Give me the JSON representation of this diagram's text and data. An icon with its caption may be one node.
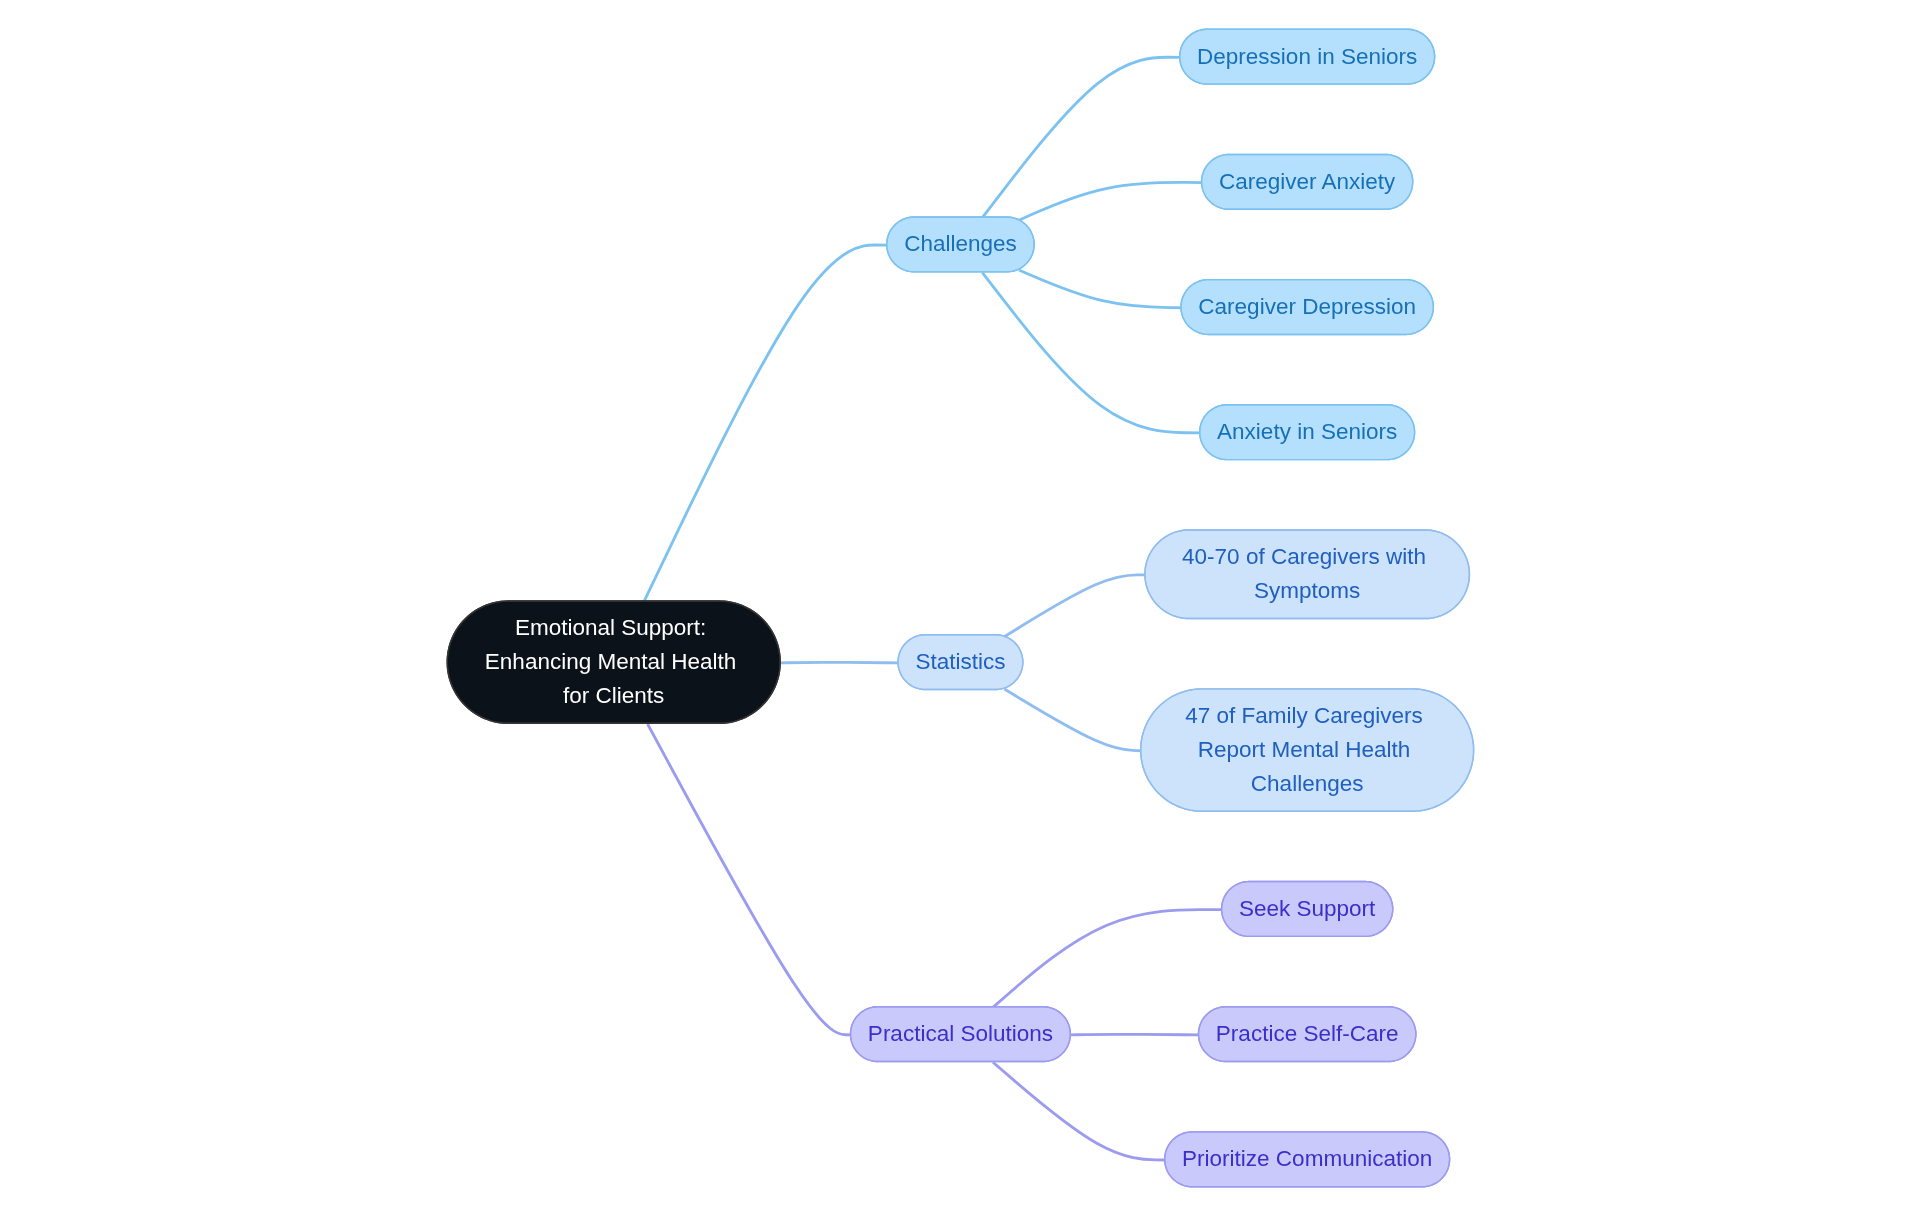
{
  "diagram": {
    "nodes": [
      {
        "text": [
          "Emotional Support: Enhancing Mental Health for Clients"
        ]
      },
      {
        "text": [
          "Challenges"
        ]
      },
      {
        "text": [
          "Depression in Seniors"
        ]
      },
      {
        "text": [
          "Caregiver Anxiety"
        ]
      },
      {
        "text": [
          "Caregiver Depression"
        ]
      },
      {
        "text": [
          "Anxiety in Seniors"
        ]
      },
      {
        "text": [
          "Statistics"
        ]
      },
      {
        "text": [
          "40-70 of Caregivers with Symptoms"
        ]
      },
      {
        "text": [
          "47 of Family Caregivers Report Mental Health Challenges"
        ]
      },
      {
        "text": [
          "Practical Solutions"
        ]
      },
      {
        "text": [
          "Seek Support"
        ]
      },
      {
        "text": [
          "Practice Self-Care"
        ]
      },
      {
        "text": [
          "Prioritize Communication"
        ]
      }
    ],
    "edges": [
      {
        "from": 0,
        "to": 1,
        "arrow": "none"
      },
      {
        "from": 1,
        "to": 2,
        "arrow": "none"
      },
      {
        "from": 1,
        "to": 3,
        "arrow": "none"
      },
      {
        "from": 1,
        "to": 4,
        "arrow": "none"
      },
      {
        "from": 1,
        "to": 5,
        "arrow": "none"
      },
      {
        "from": 0,
        "to": 6,
        "arrow": "none",
        "color": "#90bdf0"
      },
      {
        "from": 6,
        "to": 7,
        "arrow": "none",
        "color": "#90bdf0"
      },
      {
        "from": 6,
        "to": 8,
        "arrow": "none",
        "color": "#90bdf0"
      },
      {
        "from": 0,
        "to": 9,
        "arrow": "none",
        "color": "#9b9bf0"
      },
      {
        "from": 9,
        "to": 10,
        "arrow": "none",
        "color": "#9b9bf0"
      },
      {
        "from": 9,
        "to": 11,
        "arrow": "none",
        "color": "#9b9bf0"
      },
      {
        "from": 9,
        "to": 12,
        "arrow": "none",
        "color": "#9b9bf0"
      }
    ]
  }
}
